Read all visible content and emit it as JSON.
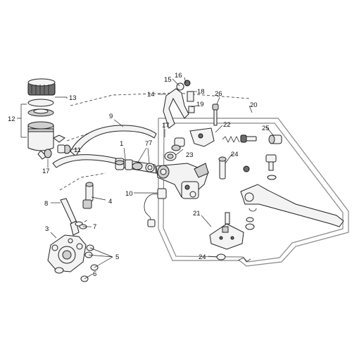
{
  "callouts": {
    "c1": "1",
    "c2": "21",
    "c3": "3",
    "c4": "4",
    "c5": "5",
    "c6": "6",
    "c7a": "7",
    "c7b": "7",
    "c7c": "7",
    "c8": "8",
    "c9": "9",
    "c10": "10",
    "c11": "11",
    "c12": "12",
    "c13": "13",
    "c14": "14",
    "c15": "15",
    "c16": "16",
    "c17a": "17",
    "c17b": "17",
    "c18": "18",
    "c19": "19",
    "c20": "20",
    "c22": "22",
    "c23": "23",
    "c24a": "24",
    "c24b": "24",
    "c25": "25",
    "c26": "26"
  },
  "colors": {
    "line": "#222222",
    "fill_light": "#f3f3f3",
    "fill_mid": "#cfcfcf",
    "fill_dark": "#6d6d6d",
    "frame": "#888888"
  }
}
